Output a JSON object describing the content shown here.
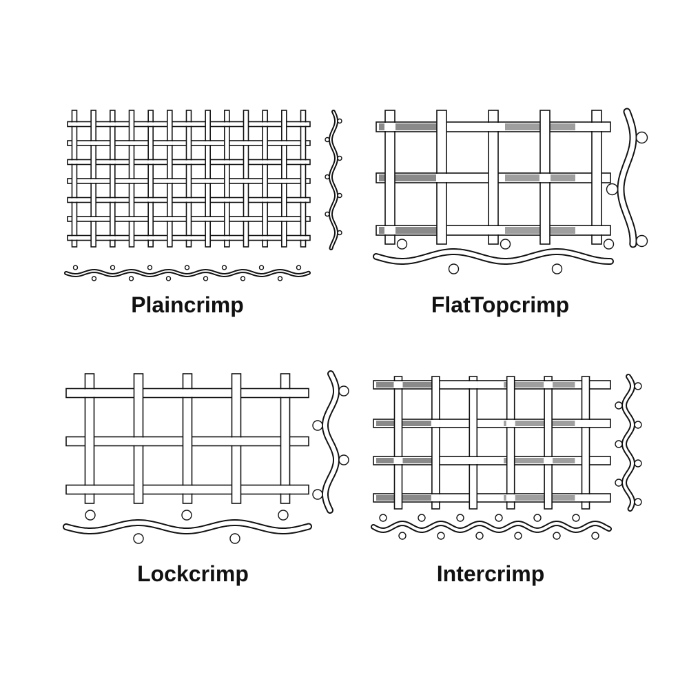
{
  "colors": {
    "wire": "#111111",
    "fill": "#ffffff",
    "shade": "#2a2a2a"
  },
  "panels": [
    {
      "id": "plain",
      "label": "Plaincrimp"
    },
    {
      "id": "flat",
      "label": "FlatTopcrimp"
    },
    {
      "id": "lock",
      "label": "Lockcrimp"
    },
    {
      "id": "inter",
      "label": "Intercrimp"
    }
  ]
}
